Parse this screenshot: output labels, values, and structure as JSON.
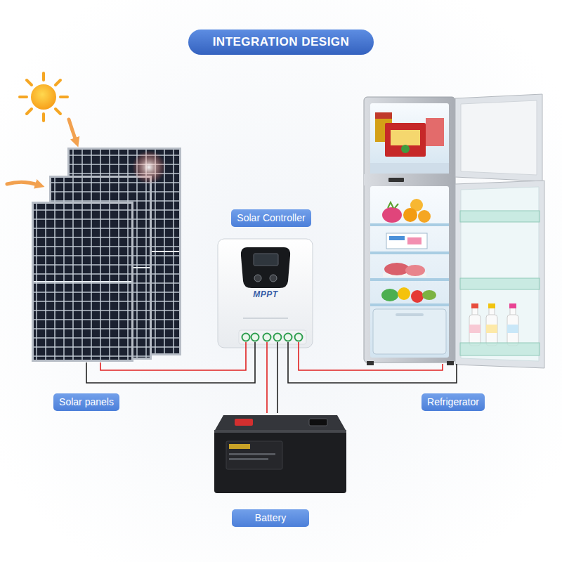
{
  "diagram": {
    "title": "INTEGRATION DESIGN",
    "nodes": [
      {
        "text": [
          "Solar Controller"
        ]
      },
      {
        "text": [
          "Solar panels"
        ]
      },
      {
        "text": [
          "Refrigerator"
        ]
      },
      {
        "text": [
          "Battery"
        ]
      }
    ],
    "edges": [
      {
        "from": 1,
        "to": 0,
        "arrow": "none"
      },
      {
        "from": 0,
        "to": 2,
        "arrow": "none"
      },
      {
        "from": 3,
        "to": 0,
        "arrow": "none"
      }
    ],
    "labels": [
      "MPPT"
    ]
  }
}
